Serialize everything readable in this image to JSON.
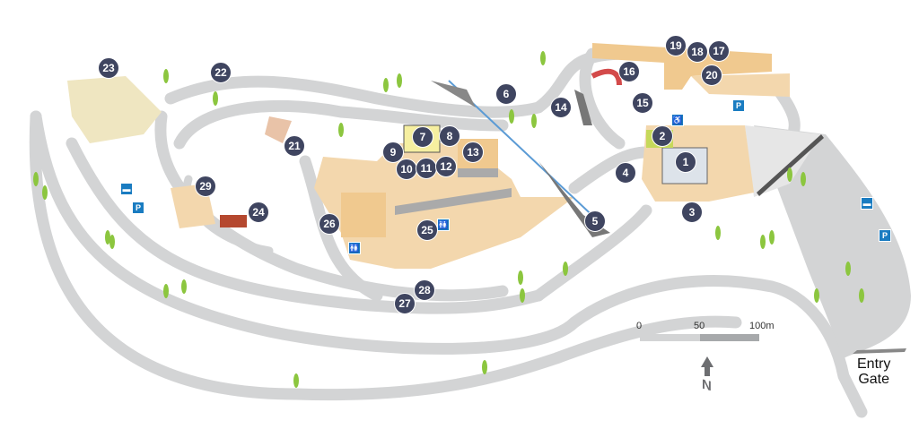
{
  "markers": [
    "1",
    "2",
    "3",
    "4",
    "5",
    "6",
    "7",
    "8",
    "9",
    "10",
    "11",
    "12",
    "13",
    "14",
    "15",
    "16",
    "17",
    "18",
    "19",
    "20",
    "21",
    "22",
    "23",
    "24",
    "25",
    "26",
    "27",
    "28",
    "29"
  ],
  "icons": [
    {
      "type": "bus-icon",
      "glyph": "▬"
    },
    {
      "type": "parking-icon",
      "glyph": "P"
    },
    {
      "type": "bus-icon",
      "glyph": "▬"
    },
    {
      "type": "parking-icon",
      "glyph": "P"
    },
    {
      "type": "parking-icon",
      "glyph": "P"
    },
    {
      "type": "restroom-icon",
      "glyph": "♿"
    },
    {
      "type": "restroom-icon",
      "glyph": "🚻"
    },
    {
      "type": "restroom-icon",
      "glyph": "🚻"
    }
  ],
  "scale": {
    "zero": "0",
    "mid": "50",
    "end": "100m"
  },
  "north": "N",
  "entry": {
    "line1": "Entry",
    "line2": "Gate"
  },
  "colors": {
    "road": "#d3d4d5",
    "building": "#f3d7ad",
    "marker": "#3f4560",
    "tree": "#8cc63f",
    "water": "#5b9bd5"
  }
}
